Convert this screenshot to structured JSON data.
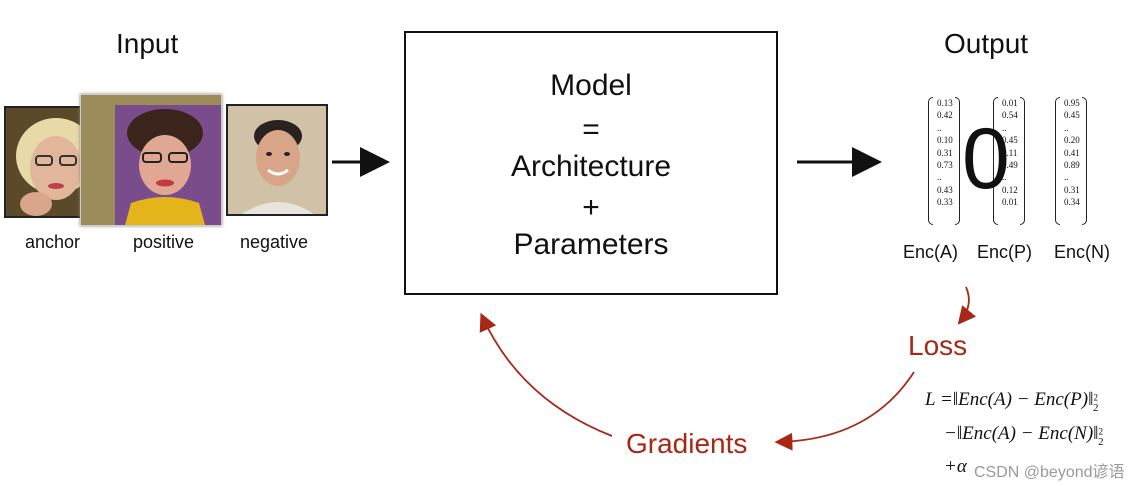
{
  "labels": {
    "input": "Input",
    "output": "Output",
    "anchor": "anchor",
    "positive": "positive",
    "negative": "negative",
    "loss": "Loss",
    "gradients": "Gradients"
  },
  "model": {
    "line1": "Model",
    "line2": "=",
    "line3": "Architecture",
    "line4": "+",
    "line5": "Parameters"
  },
  "encodings": [
    {
      "label": "Enc(A)",
      "values": [
        "0.13",
        "0.42",
        "..",
        "0.10",
        "0.31",
        "0.73",
        "..",
        "0.43",
        "0.33"
      ]
    },
    {
      "label": "Enc(P)",
      "values": [
        "0.01",
        "0.54",
        "..",
        "0.45",
        "0.11",
        "0.49",
        "..",
        "0.12",
        "0.01"
      ]
    },
    {
      "label": "Enc(N)",
      "values": [
        "0.95",
        "0.45",
        "..",
        "0.20",
        "0.41",
        "0.89",
        "..",
        "0.31",
        "0.34"
      ]
    }
  ],
  "overlay_glyph": "0",
  "formula": {
    "line1_lhs": "L =",
    "line1_body": "Enc(A) − Enc(P)",
    "line2_prefix": "−",
    "line2_body": "Enc(A) − Enc(N)",
    "power": "2",
    "sub": "2",
    "line3": "+α"
  },
  "watermark": "CSDN @beyond谚语",
  "colors": {
    "accent_red": "#a82818",
    "black": "#111111"
  }
}
